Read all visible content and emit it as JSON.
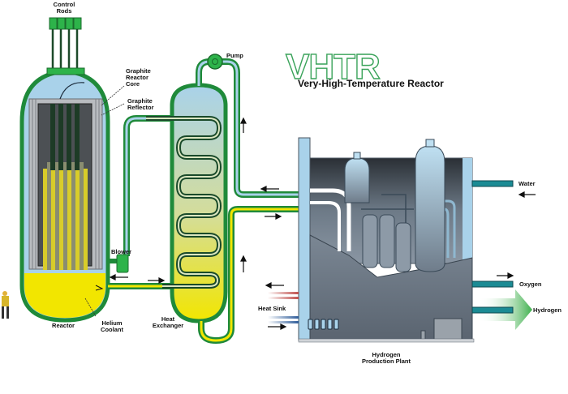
{
  "title": {
    "main": "VHTR",
    "subtitle": "Very-High-Temperature Reactor"
  },
  "labels": {
    "control_rods": [
      "Control",
      "Rods"
    ],
    "graphite_core": [
      "Graphite",
      "Reactor",
      "Core"
    ],
    "graphite_reflector": [
      "Graphite",
      "Reflector"
    ],
    "pump": "Pump",
    "blower": "Blower",
    "reactor": "Reactor",
    "helium_coolant": [
      "Helium",
      "Coolant"
    ],
    "heat_exchanger": [
      "Heat",
      "Exchanger"
    ],
    "heat_sink": "Heat Sink",
    "water": "Water",
    "oxygen": "Oxygen",
    "hydrogen": "Hydrogen",
    "hydrogen_plant": [
      "Hydrogen",
      "Production Plant"
    ]
  },
  "colors": {
    "vessel_green": "#1f8a3a",
    "helium_yellow": "#f2e600",
    "sky_blue": "#a9d2ea",
    "plant_gray": "#6b7886",
    "pipe_teal": "#1b8b94",
    "hydrogen_arrow": "#3fb04d"
  }
}
